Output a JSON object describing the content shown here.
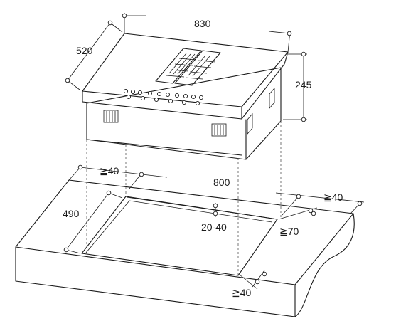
{
  "dimensions": {
    "width_830": "830",
    "depth_520": "520",
    "height_245": "245",
    "cutout_800": "800",
    "cutout_490": "490",
    "range_20_40": "20-40",
    "min_left": "≧40",
    "min_right": "≧40",
    "min_front": "≧70",
    "min_bottom": "≧40"
  }
}
